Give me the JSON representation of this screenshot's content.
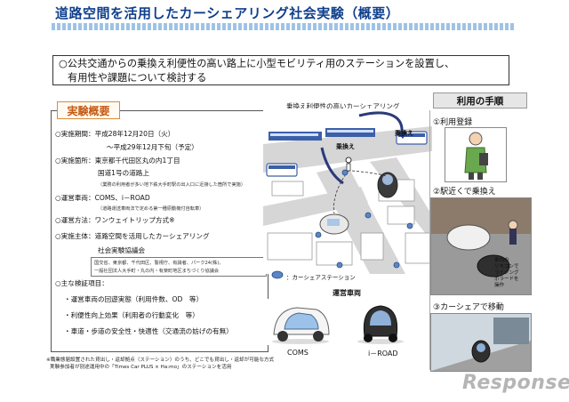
{
  "title": "道路空間を活用したカーシェアリング社会実験（概要）",
  "summary": {
    "line1": "○公共交通からの乗換え利便性の高い路上に小型モビリティ用のステーションを設置し、",
    "line2": "有用性や課題について検討する"
  },
  "experiment": {
    "heading": "実験概要",
    "lines": [
      "○実施期間：平成28年12月20日（火）",
      "～平成29年12月下旬（予定）",
      "○実施箇所：東京都千代田区丸の内1丁目",
      "国道1号の道路上",
      "（業務の利用者が多い地下鉄大手町駅の出入口に近接した箇所で実施）",
      "○運営車両：COMS、i－ROAD",
      "（道路運送車両法で定める第一種原動機付自転車）",
      "○運営方法：ワンウェイトリップ方式※",
      "○実施主体：道路空間を活用したカーシェアリング",
      "社会実験協議会",
      "国交省、東京都、千代田区、警視庁、有識者、パーク24(株)、",
      "一般社団法人大手町・丸の内・有楽町地区まちづくり協議会",
      "○主な検証項目：",
      "・運営車両の回遊実態（利用件数、OD　等）",
      "・利便性向上効果（利用者の行動変化　等）",
      "・車道・歩道の安全性・快適性（交通流の妨げの有無）"
    ]
  },
  "footnote": {
    "line1": "※職業態届設置された貸出し・返却拠点（ステーション）のうち、どこでも貸出し・返却が可能な方式",
    "line2": "実験参加者が別途運用中の「Times Car PLUS × Ha:mo」のステーションを活用"
  },
  "map": {
    "title": "乗換え利便性の高いカーシェアリング",
    "label_left": "乗換え",
    "label_right": "乗換え",
    "legend": "：カーシェアステーション"
  },
  "vehicles": {
    "title": "運営車両",
    "coms": "COMS",
    "iroad": "i－ROAD"
  },
  "procedure": {
    "heading": "利用の手順",
    "step1": "①利用登録",
    "step2": "②駅近くで乗換え",
    "step2_caption": [
      "車内の",
      "リモコンで",
      "ライジング",
      "ボラードを",
      "操作"
    ],
    "step3": "③カーシェアで移動"
  },
  "logo": "Response."
}
